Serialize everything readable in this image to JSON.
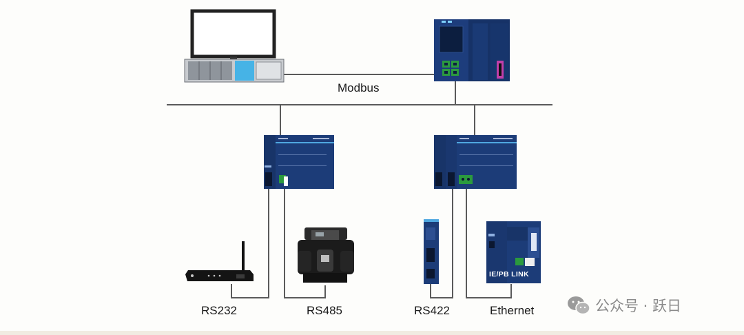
{
  "labels": {
    "network": "Modbus",
    "rs232": "RS232",
    "rs485": "RS485",
    "rs422": "RS422",
    "ethernet": "Ethernet",
    "ie_pb_link": "IE/PB LINK"
  },
  "watermark": {
    "text": "公众号 · 跃日",
    "icon": "wechat-icon"
  },
  "colors": {
    "wire": "#5a5a5a",
    "device_blue": "#1c3c78",
    "device_dark": "#112850",
    "accent_teal": "#1fb1a5",
    "port_green": "#2b9a3e"
  }
}
